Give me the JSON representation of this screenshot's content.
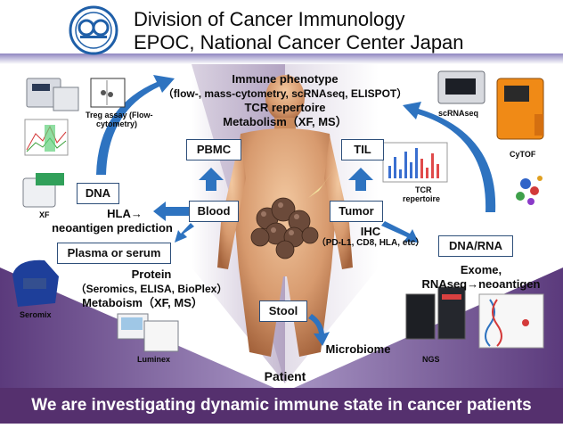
{
  "header": {
    "title_line1": "Division of Cancer Immunology",
    "title_line2": "EPOC, National Cancer Center Japan"
  },
  "center": {
    "immune_phenotype": "Immune phenotype",
    "phenotype_methods": "（flow-, mass-cytometry, scRNAseq, ELISPOT）",
    "tcr_repertoire": "TCR repertoire",
    "metabolism": "Metabolism（XF, MS）",
    "patient": "Patient"
  },
  "boxes": {
    "pbmc": "PBMC",
    "til": "TIL",
    "dna": "DNA",
    "blood": "Blood",
    "tumor": "Tumor",
    "plasma": "Plasma or serum",
    "dna_rna": "DNA/RNA",
    "stool": "Stool"
  },
  "left": {
    "hla_line1": "HLA→",
    "hla_line2": "neoantigen prediction",
    "protein": "Protein",
    "protein_methods": "（Seromics, ELISA, BioPlex）",
    "metabolism_left": "Metaboism（XF, MS）"
  },
  "right": {
    "ihc": "IHC",
    "ihc_markers": "（PD-L1, CD8, HLA, etc）",
    "exome": "Exome,",
    "rnaseq": "RNAseq→neoantigen",
    "microbiome": "Microbiome"
  },
  "captions": {
    "treg_line1": "Treg assay (Flow-",
    "treg_line2": "cytometry)",
    "xf": "XF",
    "seromix": "Seromix",
    "luminex": "Luminex",
    "scrnaseq": "scRNAseq",
    "cytof": "CyTOF",
    "tcr_line1": "TCR",
    "tcr_line2": "repertoire",
    "ngs": "NGS"
  },
  "banner": {
    "text": "We are investigating dynamic immune state in cancer patients"
  },
  "colors": {
    "purple": "#5b3a7c",
    "banner": "#55306e",
    "arrow": "#2e73c0",
    "box_border": "#2e4f7a",
    "logo": "#1f5fa8"
  }
}
